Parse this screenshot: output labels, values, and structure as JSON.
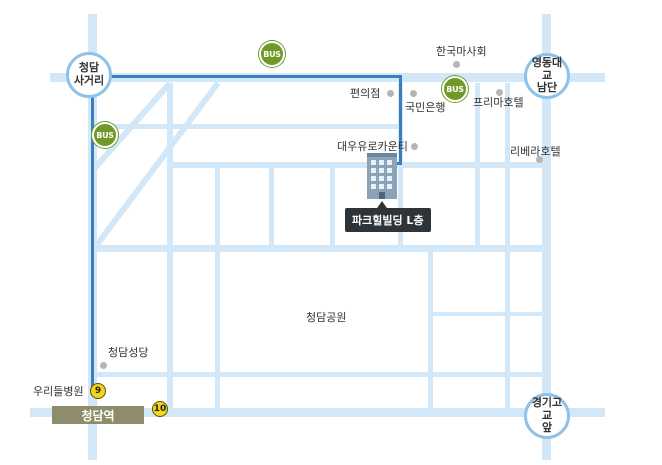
{
  "junctions": {
    "cheongdam_intersection": "청담\n사거리",
    "yeongdong_bridge_south": "영동대교\n남단",
    "gyeonggi_high_front": "경기고교\n앞"
  },
  "bus": "BUS",
  "landmarks": {
    "korea_mart": "한국마사회",
    "convenience_store": "편의점",
    "kookmin_bank": "국민은행",
    "prima_hotel": "프리마호텔",
    "daewoo_counter": "대우유로카운티",
    "riviera_hotel": "리베라호텔",
    "cheongdam_church": "청담성당",
    "woori_hospital": "우리들병원",
    "park": "청담공원"
  },
  "destination": "파크힐빌딩 L층",
  "station": "청담역",
  "exits": {
    "exit9": "9",
    "exit10": "10"
  },
  "colors": {
    "road": "#d2e7f7",
    "route": "#3c7fbf",
    "bus": "#6f9a27",
    "exit": "#f3d51b",
    "station": "#8d8d6c"
  }
}
